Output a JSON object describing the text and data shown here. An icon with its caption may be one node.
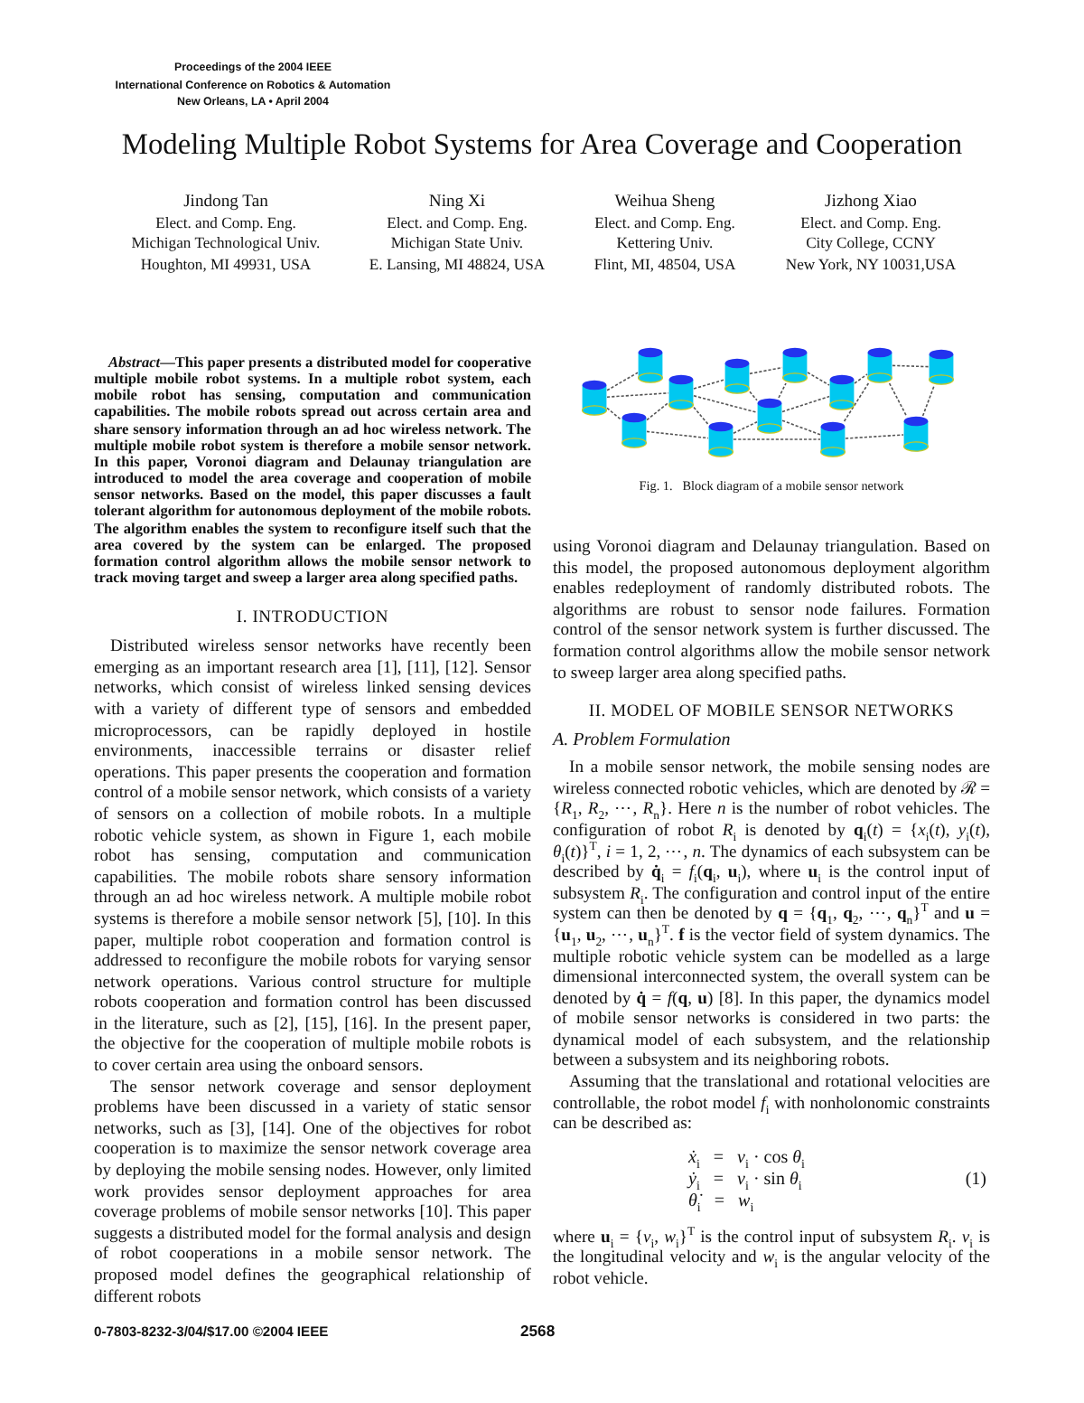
{
  "diagram": {
    "title": "Modeling Multiple Robot Systems for Area Coverage and Cooperation",
    "caption": "Fig. 1.   Block diagram of a mobile sensor network",
    "nodes": [
      {
        "text": [],
        "shape": "cylinder"
      },
      {
        "text": [],
        "shape": "cylinder"
      },
      {
        "text": [],
        "shape": "cylinder"
      },
      {
        "text": [],
        "shape": "cylinder"
      },
      {
        "text": [],
        "shape": "cylinder"
      },
      {
        "text": [],
        "shape": "cylinder"
      },
      {
        "text": [],
        "shape": "cylinder"
      },
      {
        "text": [],
        "shape": "cylinder"
      },
      {
        "text": [],
        "shape": "cylinder"
      },
      {
        "text": [],
        "shape": "cylinder"
      },
      {
        "text": [],
        "shape": "cylinder"
      },
      {
        "text": [],
        "shape": "cylinder"
      },
      {
        "text": [],
        "shape": "cylinder"
      }
    ],
    "edges": [
      {
        "from": 0,
        "to": 1,
        "arrow": "none",
        "style": "dashed"
      },
      {
        "from": 0,
        "to": 2,
        "arrow": "none",
        "style": "dashed"
      },
      {
        "from": 0,
        "to": 3,
        "arrow": "none",
        "style": "dashed"
      },
      {
        "from": 2,
        "to": 3,
        "arrow": "none",
        "style": "dashed"
      },
      {
        "from": 2,
        "to": 5,
        "arrow": "none",
        "style": "dashed"
      },
      {
        "from": 3,
        "to": 4,
        "arrow": "none",
        "style": "dashed"
      },
      {
        "from": 3,
        "to": 5,
        "arrow": "none",
        "style": "dashed"
      },
      {
        "from": 3,
        "to": 6,
        "arrow": "none",
        "style": "dashed"
      },
      {
        "from": 4,
        "to": 6,
        "arrow": "none",
        "style": "dashed"
      },
      {
        "from": 4,
        "to": 7,
        "arrow": "none",
        "style": "dashed"
      },
      {
        "from": 5,
        "to": 6,
        "arrow": "none",
        "style": "dashed"
      },
      {
        "from": 5,
        "to": 9,
        "arrow": "none",
        "style": "dashed"
      },
      {
        "from": 6,
        "to": 7,
        "arrow": "none",
        "style": "dashed"
      },
      {
        "from": 6,
        "to": 8,
        "arrow": "none",
        "style": "dashed"
      },
      {
        "from": 6,
        "to": 9,
        "arrow": "none",
        "style": "dashed"
      },
      {
        "from": 7,
        "to": 8,
        "arrow": "none",
        "style": "dashed"
      },
      {
        "from": 8,
        "to": 10,
        "arrow": "none",
        "style": "dashed"
      },
      {
        "from": 9,
        "to": 10,
        "arrow": "none",
        "style": "dashed"
      },
      {
        "from": 9,
        "to": 11,
        "arrow": "none",
        "style": "dashed"
      },
      {
        "from": 10,
        "to": 11,
        "arrow": "none",
        "style": "dashed"
      },
      {
        "from": 10,
        "to": 12,
        "arrow": "none",
        "style": "dashed"
      },
      {
        "from": 11,
        "to": 12,
        "arrow": "none",
        "style": "dashed"
      }
    ],
    "labels": [
      "Proceedings of the 2004 IEEE",
      "International Conference on Robotics & Automation",
      "New Orleans, LA • April 2004",
      "Jindong Tan",
      "Elect. and Comp. Eng.",
      "Michigan Technological Univ.",
      "Houghton, MI 49931, USA",
      "Ning Xi",
      "Elect. and Comp. Eng.",
      "Michigan State Univ.",
      "E. Lansing, MI 48824, USA",
      "Weihua Sheng",
      "Elect. and Comp. Eng.",
      "Kettering Univ.",
      "Flint, MI, 48504, USA",
      "Jizhong Xiao",
      "Elect. and Comp. Eng.",
      "City College, CCNY",
      "New York, NY 10031,USA",
      "*Abstract*—This paper presents a distributed model for cooperative multiple mobile robot systems. In a multiple robot system, each mobile robot has sensing, computation and communication capabilities. The mobile robots spread out across certain area and share sensory information through an ad hoc wireless network. The multiple mobile robot system is therefore a mobile sensor network. In this paper, Voronoi diagram and Delaunay triangulation are introduced to model the area coverage and cooperation of mobile sensor networks. Based on the model, this paper discusses a fault tolerant algorithm for autonomous deployment of the mobile robots. The algorithm enables the system to reconfigure itself such that the area covered by the system can be enlarged. The proposed formation control algorithm allows the mobile sensor network to track moving target and sweep a larger area along specified paths.",
      "I. INTRODUCTION",
      "Distributed wireless sensor networks have recently been emerging as an important research area [1], [11], [12]. Sensor networks, which consist of wireless linked sensing devices with a variety of different type of sensors and embedded microprocessors, can be rapidly deployed in hostile environments, inaccessible terrains or disaster relief operations. This paper presents the cooperation and formation control of a mobile sensor network, which consists of a variety of sensors on a collection of mobile robots. In a multiple robotic vehicle system, as shown in Figure 1, each mobile robot has sensing, computation and communication capabilities. The mobile robots share sensory information through an ad hoc wireless network. A multiple mobile robot systems is therefore a mobile sensor network [5], [10]. In this paper, multiple robot cooperation and formation control is addressed to reconfigure the mobile robots for varying sensor network operations. Various control structure for multiple robots cooperation and formation control has been discussed in the literature, such as [2], [15], [16]. In the present paper, the objective for the cooperation of multiple mobile robots is to cover certain area using the onboard sensors.",
      "The sensor network coverage and sensor deployment problems have been discussed in a variety of static sensor networks, such as [3], [14]. One of the objectives for robot cooperation is to maximize the sensor network coverage area by deploying the mobile sensing nodes. However, only limited work provides sensor deployment approaches for area coverage problems of mobile sensor networks [10]. This paper suggests a distributed model for the formal analysis and design of robot cooperations in a mobile sensor network. The proposed model defines the geographical relationship of different robots",
      "using Voronoi diagram and Delaunay triangulation. Based on this model, the proposed autonomous deployment algorithm enables redeployment of randomly distributed robots. The algorithms are robust to sensor node failures. Formation control of the sensor network system is further discussed. The formation control algorithms allow the mobile sensor network to sweep larger area along specified paths.",
      "II. MODEL OF MOBILE SENSOR NETWORKS",
      "A. Problem Formulation",
      "In a mobile sensor network, the mobile sensing nodes are wireless connected robotic vehicles, which are denoted by ℛ = {*R*$_{1}$, *R*$_{2}$, ⋯, *R*$_{n}$}. Here *n* is the number of robot vehicles. The configuration of robot *R*$_{i}$ is denoted by **q**$_{i}$(*t*) = {*x*$_{i}$(*t*), *y*$_{i}$(*t*), *θ*$_{i}$(*t*)}$^{T}$, *i* = 1, 2, ⋯, *n*. The dynamics of each subsystem can be described by **q̇**$_{i}$ = *f*$_{i}$(**q**$_{i}$, **u**$_{i}$), where **u**$_{i}$ is the control input of subsystem *R*$_{i}$. The configuration and control input of the entire system can then be denoted by **q** = {**q**$_{1}$, **q**$_{2}$, ⋯, **q**$_{n}$}$^{T}$ and **u** = {**u**$_{1}$, **u**$_{2}$, ⋯, **u**$_{n}$}$^{T}$. **f** is the vector field of system dynamics. The multiple robotic vehicle system can be modelled as a large dimensional interconnected system, the overall system can be denoted by **q̇** = *f*(**q**, **u**) [8]. In this paper, the dynamics model of mobile sensor networks is considered in two parts: the dynamical model of each subsystem, and the relationship between a subsystem and its neighboring robots.",
      "Assuming that the translational and rotational velocities are controllable, the robot model *f*$_{i}$ with nonholonomic constraints can be described as:",
      "*ẋ*$_{i}$   =   *v*$_{i}$ · cos *θ*$_{i}$",
      "*ẏ*$_{i}$   =   *v*$_{i}$ · sin *θ*$_{i}$",
      "*θ̇*$_{i}$   =   *w*$_{i}$",
      "(1)",
      "where **u**$_{i}$ = {*v*$_{i}$, *w*$_{i}$}$^{T}$ is the control input of subsystem *R*$_{i}$. *v*$_{i}$ is the longitudinal velocity and *w*$_{i}$ is the angular velocity of the robot vehicle.",
      "0-7803-8232-3/04/$17.00 ©2004 IEEE",
      "2568"
    ]
  }
}
